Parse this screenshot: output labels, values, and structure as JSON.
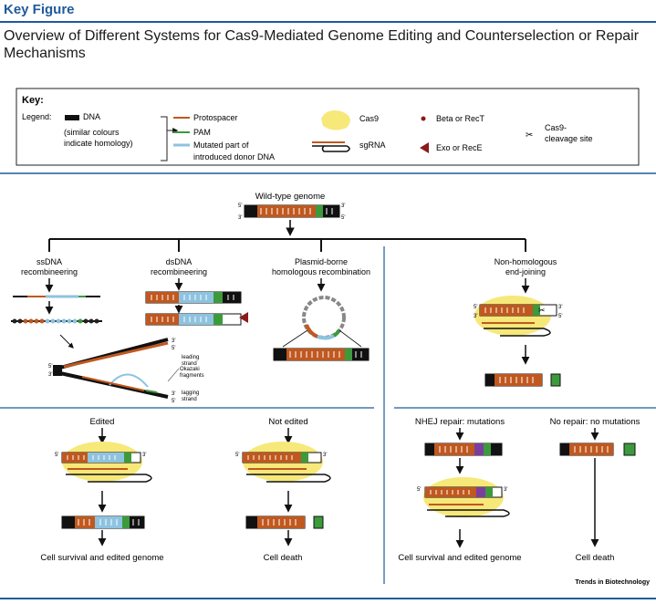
{
  "header": {
    "label": "Key Figure"
  },
  "title": "Overview of Different Systems for Cas9-Mediated Genome Editing and Counterselection or Repair Mechanisms",
  "key": {
    "heading": "Key:",
    "legend_label": "Legend:",
    "dna": "DNA",
    "dna_note_1": "(similar colours",
    "dna_note_2": "indicate homology)",
    "protospacer": "Protospacer",
    "pam": "PAM",
    "mutated_1": "Mutated part of",
    "mutated_2": "introduced donor DNA",
    "cas9": "Cas9",
    "sgrna": "sgRNA",
    "beta": "Beta or RecT",
    "exo": "Exo or RecE",
    "cleavage_1": "Cas9-",
    "cleavage_2": "cleavage site"
  },
  "top": {
    "genome": "Wild-type genome",
    "five": "5'",
    "three": "3'"
  },
  "branches": {
    "ss_1": "ssDNA",
    "ss_2": "recombineering",
    "ds_1": "dsDNA",
    "ds_2": "recombineering",
    "pl_1": "Plasmid-borne",
    "pl_2": "homologous recombination",
    "nh_1": "Non-homologous",
    "nh_2": "end-joining"
  },
  "strands": {
    "leading_1": "leading",
    "leading_2": "strand",
    "okazaki_1": "Okazaki",
    "okazaki_2": "fragments",
    "lagging_1": "lagging",
    "lagging_2": "strand"
  },
  "outcomes": {
    "edited": "Edited",
    "not_edited": "Not edited",
    "nhej": "NHEJ repair: mutations",
    "no_repair": "No repair: no mutations",
    "survival_1": "Cell survival and edited genome",
    "death_1": "Cell death",
    "survival_2": "Cell survival and edited genome",
    "death_2": "Cell death"
  },
  "credit": "Trends in Biotechnology",
  "colors": {
    "brand": "#1f5a9c",
    "protospacer": "#c0581f",
    "pam": "#3c9a3c",
    "mutated": "#8ec3e0",
    "cas9": "#f7e87a",
    "beta": "#8b1a1a",
    "exo": "#8b1a1a"
  }
}
